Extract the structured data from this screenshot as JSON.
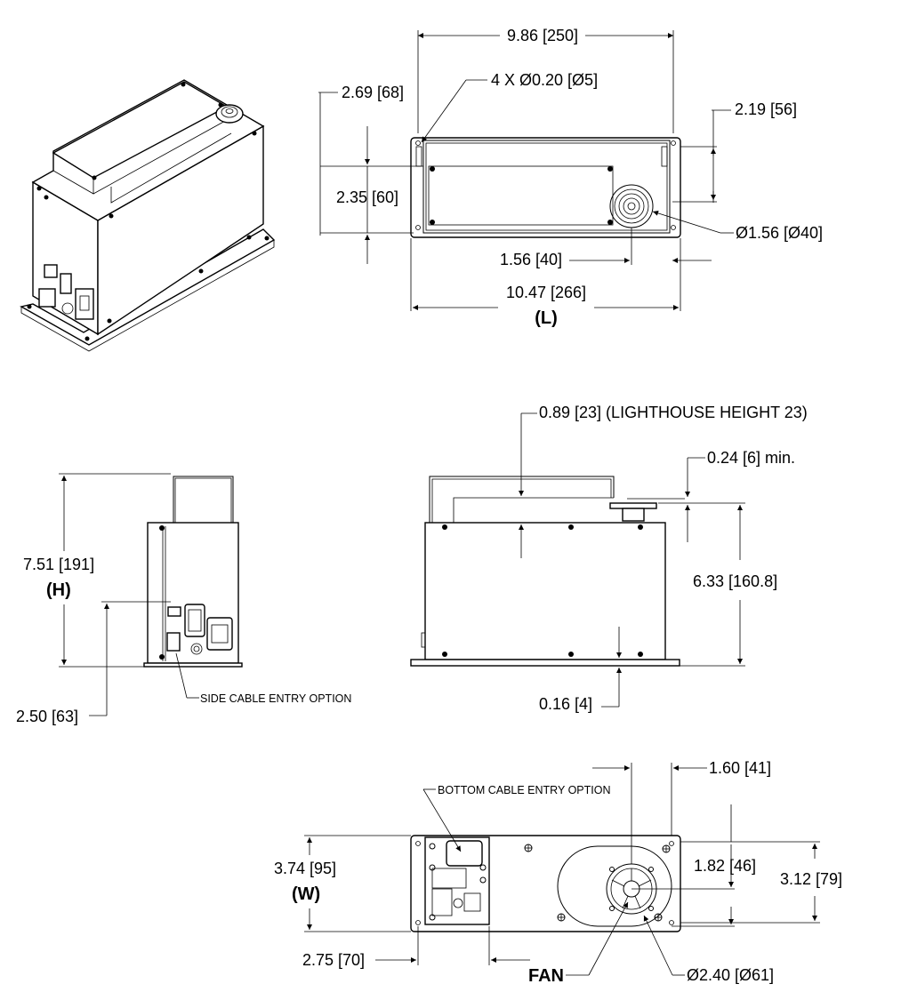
{
  "top_view": {
    "overall_length": "9.86 [250]",
    "holes": "4 X Ø0.20 [Ø5]",
    "left_offset": "2.69 [68]",
    "right_offset": "2.19 [56]",
    "inner_height": "2.35 [60]",
    "lighthouse_diameter": "Ø1.56 [Ø40]",
    "lighthouse_offset": "1.56 [40]",
    "base_length": "10.47 [266]",
    "length_marker": "(L)"
  },
  "side_view": {
    "height": "7.51 [191]",
    "height_marker": "(H)",
    "connector_height": "2.50 [63]",
    "cable_note": "SIDE CABLE ENTRY OPTION"
  },
  "front_view": {
    "lighthouse_height": "0.89 [23] (LIGHTHOUSE HEIGHT 23)",
    "min_gap": "0.24 [6] min.",
    "body_height": "6.33 [160.8]",
    "base_thickness": "0.16 [4]"
  },
  "bottom_view": {
    "fan_offset": "1.60 [41]",
    "cable_note": "BOTTOM CABLE ENTRY OPTION",
    "width": "3.74 [95]",
    "width_marker": "(W)",
    "fan_center_height": "1.82 [46]",
    "hole_spacing": "3.12 [79]",
    "cable_offset": "2.75 [70]",
    "fan_label": "FAN",
    "fan_diameter": "Ø2.40 [Ø61]"
  }
}
